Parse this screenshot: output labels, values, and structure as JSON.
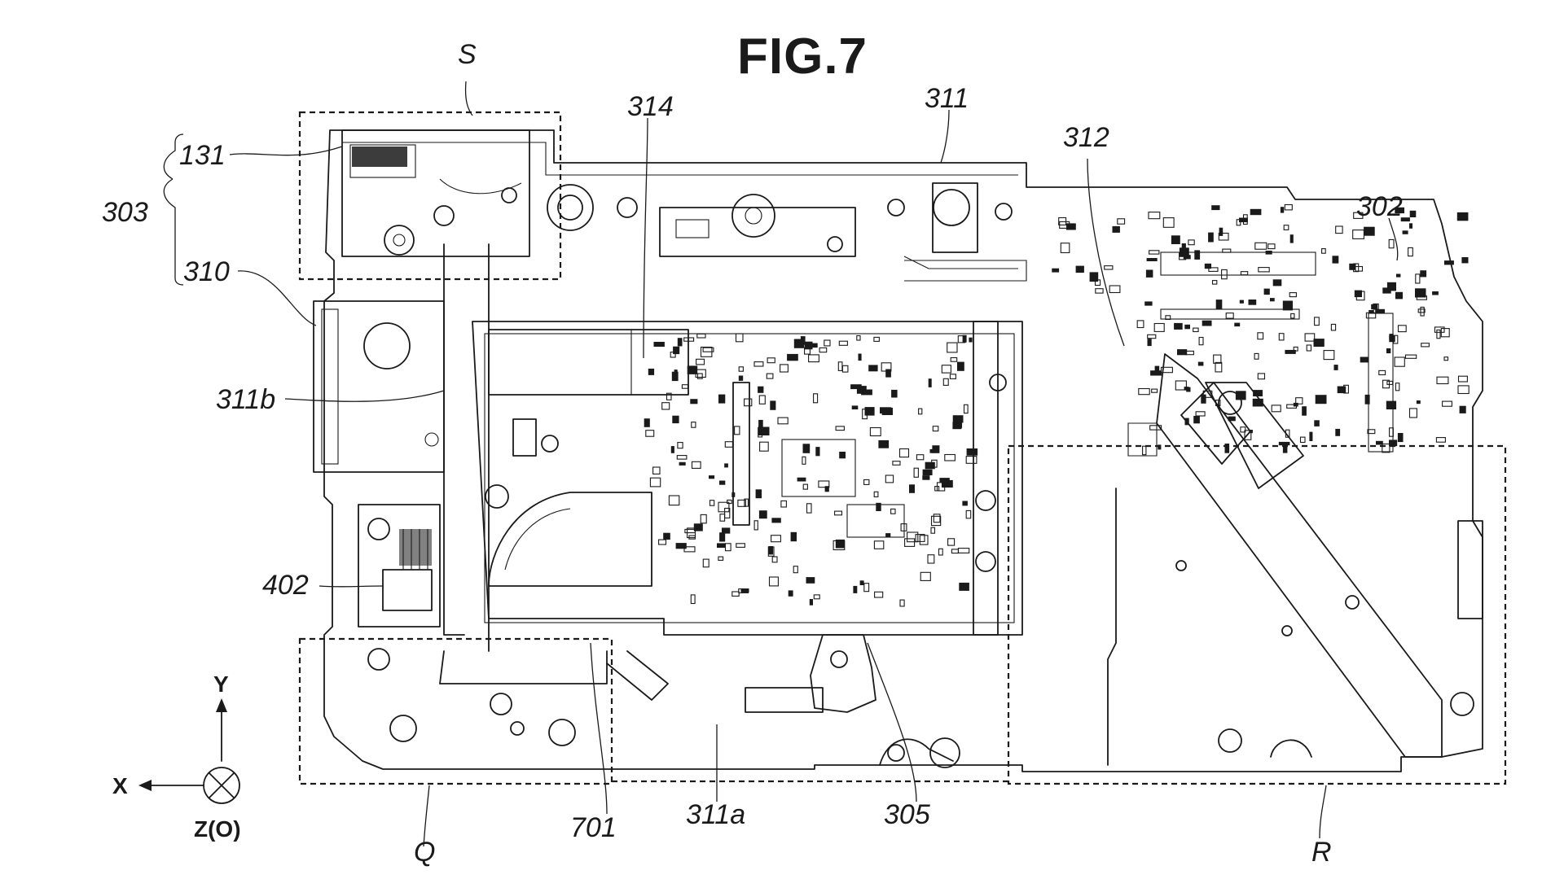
{
  "figure": {
    "title": "FIG.7"
  },
  "labels": {
    "S": "S",
    "Q": "Q",
    "R": "R",
    "n131": "131",
    "n303": "303",
    "n310": "310",
    "n311b": "311b",
    "n402": "402",
    "n314": "314",
    "n311": "311",
    "n312": "312",
    "n302": "302",
    "n701": "701",
    "n311a": "311a",
    "n305": "305"
  },
  "axes": {
    "y": "Y",
    "x": "X",
    "z": "Z(O)"
  }
}
